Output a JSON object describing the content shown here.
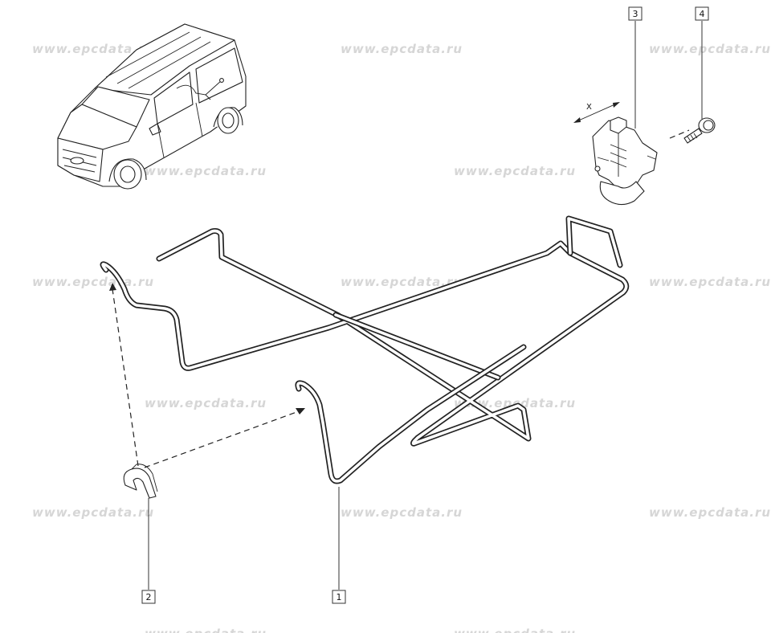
{
  "watermark": "www.epcdata.ru",
  "callouts": {
    "c1": "1",
    "c2": "2",
    "c3": "3",
    "c4": "4"
  },
  "dimension_label": "X",
  "colors": {
    "ink": "#222222",
    "watermark": "#d6d6d6",
    "background": "#ffffff"
  },
  "icons": {
    "vehicle": "van-illustration-icon",
    "clip": "clip-part-icon",
    "bracket": "motor-bracket-icon",
    "screw": "screw-icon"
  }
}
